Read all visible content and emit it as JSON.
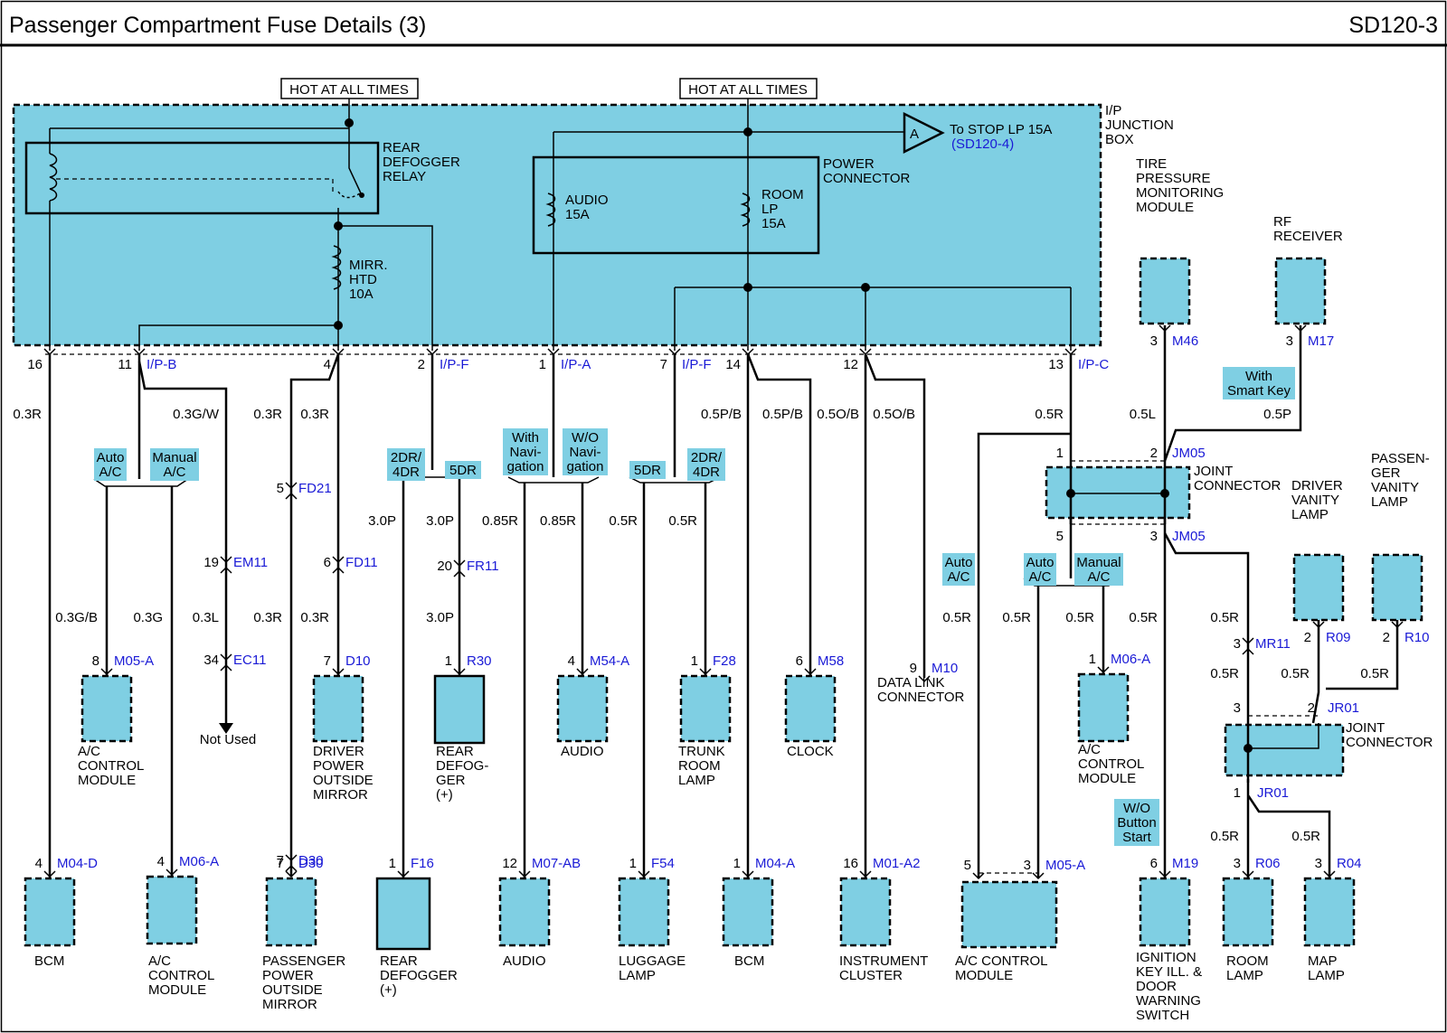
{
  "header": {
    "title": "Passenger Compartment Fuse Details (3)",
    "code": "SD120-3"
  },
  "hot_labels": [
    "HOT AT ALL TIMES",
    "HOT AT ALL TIMES"
  ],
  "junction_box": [
    "I/P",
    "JUNCTION",
    "BOX"
  ],
  "relay": [
    "REAR",
    "DEFOGGER",
    "RELAY"
  ],
  "power_connector": [
    "POWER",
    "CONNECTOR"
  ],
  "stop_ref": {
    "letter": "A",
    "text": "To STOP LP 15A",
    "link": "(SD120-4)"
  },
  "fuses": [
    {
      "lines": [
        "MIRR.",
        "HTD",
        "10A"
      ]
    },
    {
      "lines": [
        "AUDIO",
        "15A"
      ]
    },
    {
      "lines": [
        "ROOM",
        "LP",
        "15A"
      ]
    }
  ],
  "top_pins": [
    {
      "pin": "16",
      "conn": ""
    },
    {
      "pin": "11",
      "conn": "I/P-B"
    },
    {
      "pin": "4",
      "conn": ""
    },
    {
      "pin": "2",
      "conn": "I/P-F"
    },
    {
      "pin": "1",
      "conn": "I/P-A"
    },
    {
      "pin": "7",
      "conn": "I/P-F"
    },
    {
      "pin": "14",
      "conn": ""
    },
    {
      "pin": "12",
      "conn": ""
    },
    {
      "pin": "13",
      "conn": "I/P-C"
    }
  ],
  "wire_colors": [
    "0.3R",
    "0.3G/W",
    "0.3R",
    "0.3R",
    "0.5P/B",
    "0.5P/B",
    "0.5O/B",
    "0.5O/B",
    "0.5R",
    "0.5L",
    "0.5P",
    "3.0P",
    "3.0P",
    "0.85R",
    "0.85R",
    "0.5R",
    "0.5R",
    "0.3G/B",
    "0.3G",
    "0.3L",
    "0.3R",
    "0.3R",
    "3.0P",
    "0.5R",
    "0.5R",
    "0.5R",
    "0.5R",
    "0.5R",
    "0.5R",
    "0.5R",
    "0.5R",
    "0.5R",
    "0.5R"
  ],
  "option_labels": [
    [
      "Auto",
      "A/C"
    ],
    [
      "Manual",
      "A/C"
    ],
    [
      "2DR/",
      "4DR"
    ],
    [
      "5DR"
    ],
    [
      "With",
      "Navi-",
      "gation"
    ],
    [
      "W/O",
      "Navi-",
      "gation"
    ],
    [
      "5DR"
    ],
    [
      "2DR/",
      "4DR"
    ],
    [
      "Auto",
      "A/C"
    ],
    [
      "Auto",
      "A/C"
    ],
    [
      "Manual",
      "A/C"
    ],
    [
      "With",
      "Smart Key"
    ],
    [
      "W/O",
      "Button",
      "Start"
    ]
  ],
  "inline_connectors": [
    {
      "pin": "5",
      "conn": "FD21"
    },
    {
      "pin": "6",
      "conn": "FD11"
    },
    {
      "pin": "19",
      "conn": "EM11"
    },
    {
      "pin": "34",
      "conn": "EC11"
    },
    {
      "pin": "20",
      "conn": "FR11"
    },
    {
      "pin": "3",
      "conn": "MR11"
    },
    {
      "pin": "7",
      "conn": "D30"
    }
  ],
  "not_used": "Not Used",
  "mid_components": [
    {
      "pin": "8",
      "conn": "M05-A",
      "lines": [
        "A/C",
        "CONTROL",
        "MODULE"
      ]
    },
    {
      "pin": "7",
      "conn": "D10",
      "lines": [
        "DRIVER",
        "POWER",
        "OUTSIDE",
        "MIRROR"
      ]
    },
    {
      "pin": "1",
      "conn": "R30",
      "lines": [
        "REAR",
        "DEFOG-",
        "GER",
        "(+)"
      ]
    },
    {
      "pin": "4",
      "conn": "M54-A",
      "lines": [
        "AUDIO"
      ]
    },
    {
      "pin": "1",
      "conn": "F28",
      "lines": [
        "TRUNK",
        "ROOM",
        "LAMP"
      ]
    },
    {
      "pin": "6",
      "conn": "M58",
      "lines": [
        "CLOCK"
      ]
    },
    {
      "pin": "9",
      "conn": "M10",
      "lines": [
        "DATA LINK",
        "CONNECTOR"
      ]
    },
    {
      "pin": "1",
      "conn": "M06-A",
      "lines": [
        "A/C",
        "CONTROL",
        "MODULE"
      ]
    }
  ],
  "upper_right": [
    {
      "pin": "3",
      "conn": "M46",
      "lines": [
        "TIRE",
        "PRESSURE",
        "MONITORING",
        "MODULE"
      ]
    },
    {
      "pin": "3",
      "conn": "M17",
      "lines": [
        "RF",
        "RECEIVER"
      ]
    },
    {
      "pin": "2",
      "conn": "R09",
      "lines": [
        "DRIVER",
        "VANITY",
        "LAMP"
      ]
    },
    {
      "pin": "2",
      "conn": "R10",
      "lines": [
        "PASSEN-",
        "GER",
        "VANITY",
        "LAMP"
      ]
    }
  ],
  "joint_connectors": [
    {
      "name": [
        "JOINT",
        "CONNECTOR"
      ],
      "pins": [
        "1",
        "2",
        "5",
        "3"
      ],
      "conn_top": "JM05",
      "conn_bot": "JM05"
    },
    {
      "name": [
        "JOINT",
        "CONNECTOR"
      ],
      "pins": [
        "3",
        "2",
        "1"
      ],
      "conn_top": "JR01",
      "conn_bot": "JR01"
    }
  ],
  "bottom_components": [
    {
      "pin": "4",
      "conn": "M04-D",
      "lines": [
        "BCM"
      ]
    },
    {
      "pin": "4",
      "conn": "M06-A",
      "lines": [
        "A/C",
        "CONTROL",
        "MODULE"
      ]
    },
    {
      "pin": "7",
      "conn": "D30",
      "lines": [
        "PASSENGER",
        "POWER",
        "OUTSIDE",
        "MIRROR"
      ]
    },
    {
      "pin": "1",
      "conn": "F16",
      "lines": [
        "REAR",
        "DEFOGGER",
        "(+)"
      ]
    },
    {
      "pin": "12",
      "conn": "M07-AB",
      "lines": [
        "AUDIO"
      ]
    },
    {
      "pin": "1",
      "conn": "F54",
      "lines": [
        "LUGGAGE",
        "LAMP"
      ]
    },
    {
      "pin": "1",
      "conn": "M04-A",
      "lines": [
        "BCM"
      ]
    },
    {
      "pin": "16",
      "conn": "M01-A2",
      "lines": [
        "INSTRUMENT",
        "CLUSTER"
      ]
    },
    {
      "pins": [
        "5",
        "3"
      ],
      "conn": "M05-A",
      "lines": [
        "A/C CONTROL",
        "MODULE"
      ]
    },
    {
      "pin": "6",
      "conn": "M19",
      "lines": [
        "IGNITION",
        "KEY ILL. &",
        "DOOR",
        "WARNING",
        "SWITCH"
      ]
    },
    {
      "pin": "3",
      "conn": "R06",
      "lines": [
        "ROOM",
        "LAMP"
      ]
    },
    {
      "pin": "3",
      "conn": "R04",
      "lines": [
        "MAP",
        "LAMP"
      ]
    }
  ]
}
